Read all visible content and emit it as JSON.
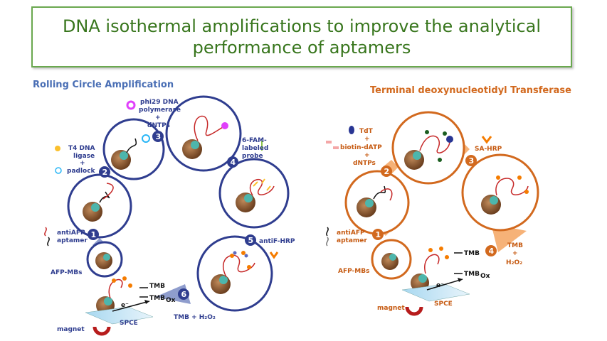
{
  "title": {
    "line1": "DNA isothermal amplifications to improve the analytical",
    "line2": "performance of aptamers"
  },
  "rca": {
    "heading": "Rolling Circle Amplification",
    "steps": [
      "1",
      "2",
      "3",
      "4",
      "5",
      "6"
    ],
    "labels": {
      "afp_mbs": "AFP-MBs",
      "anti_afp_1": "antiAFP",
      "anti_afp_2": "aptamer",
      "t4_1": "T4 DNA",
      "t4_2": "ligase",
      "t4_3": "+",
      "t4_4": "padlock",
      "phi_1": "phi29 DNA",
      "phi_2": "polymerase",
      "phi_3": "+",
      "phi_4": "dNTPs",
      "fam_1": "6-FAM-",
      "fam_2": "labeled",
      "fam_3": "probe",
      "antif_hrp": "antiF-HRP",
      "tmb_h2o2": "TMB + H₂O₂",
      "tmb": "TMB",
      "tmb_ox": "TMB",
      "ox": "Ox",
      "e": "e⁻",
      "magnet": "magnet",
      "spce": "SPCE"
    }
  },
  "tdt": {
    "heading": "Terminal deoxynucleotidyl Transferase",
    "steps": [
      "1",
      "2",
      "3",
      "4"
    ],
    "labels": {
      "tdt_1": "TdT",
      "tdt_2": "+",
      "tdt_3": "biotin-dATP",
      "tdt_4": "+",
      "tdt_5": "dNTPs",
      "sa_hrp": "SA-HRP",
      "anti_afp_1": "antiAFP",
      "anti_afp_2": "aptamer",
      "afp_mbs": "AFP-MBs",
      "tmb_1": "TMB",
      "tmb_2": "+",
      "tmb_3": "H₂O₂",
      "tmb": "TMB",
      "tmb_ox": "TMB",
      "ox": "Ox",
      "e": "e⁻",
      "magnet": "magnet",
      "spce": "SPCE"
    }
  },
  "colors": {
    "title_border": "#6aa84f",
    "title_text": "#38761d",
    "rca_blue": "#2f3d8f",
    "tdt_orange": "#d2691e"
  }
}
